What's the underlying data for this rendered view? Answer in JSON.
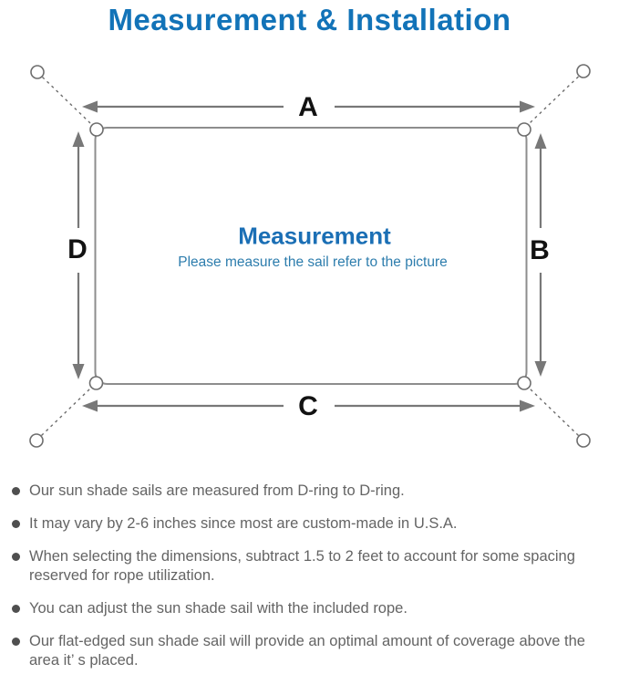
{
  "title": "Measurement & Installation",
  "colors": {
    "title_blue": "#1273b8",
    "center_title_blue": "#1b6fb5",
    "center_subtitle_blue": "#2d7dad",
    "note_text_gray": "#646464",
    "line_gray": "#787878",
    "dimension_label_black": "#121212"
  },
  "diagram": {
    "labels": {
      "top": "A",
      "right": "B",
      "bottom": "C",
      "left": "D"
    },
    "center_title": "Measurement",
    "center_subtitle": "Please measure the sail refer to the picture"
  },
  "notes": [
    "Our sun shade sails are measured from D-ring to D-ring.",
    "It may vary by 2-6 inches since most are custom-made in U.S.A.",
    "When selecting the dimensions, subtract 1.5 to 2 feet to account for some spacing reserved for rope utilization.",
    "You can adjust the sun shade sail with the included rope.",
    "Our flat-edged sun shade sail will provide an optimal amount of coverage above the area it’ s placed."
  ]
}
